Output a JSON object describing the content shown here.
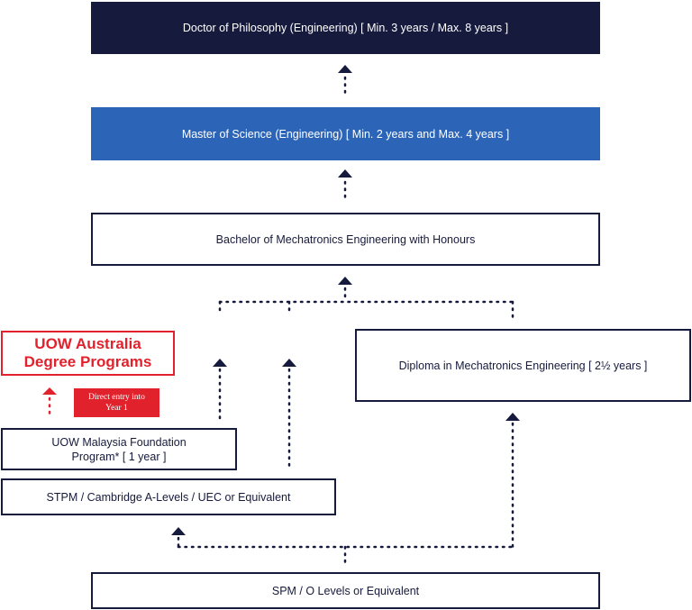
{
  "diagram": {
    "phd": "Doctor of Philosophy (Engineering) [ Min. 3 years / Max. 8 years ]",
    "master": "Master of Science (Engineering) [ Min. 2 years and Max. 4 years ]",
    "bachelor": "Bachelor of Mechatronics Engineering with Honours",
    "diploma": "Diploma in Mechatronics Engineering [ 2½ years ]",
    "uow_australia": "UOW Australia Degree Programs",
    "direct_entry": "Direct entry into Year 1",
    "foundation": "UOW Malaysia Foundation Program* [ 1 year ]",
    "stpm": "STPM / Cambridge A-Levels / UEC or Equivalent",
    "spm": "SPM / O Levels or Equivalent"
  },
  "colors": {
    "navy": "#161a3c",
    "blue": "#2c64b8",
    "red": "#e1222c"
  }
}
